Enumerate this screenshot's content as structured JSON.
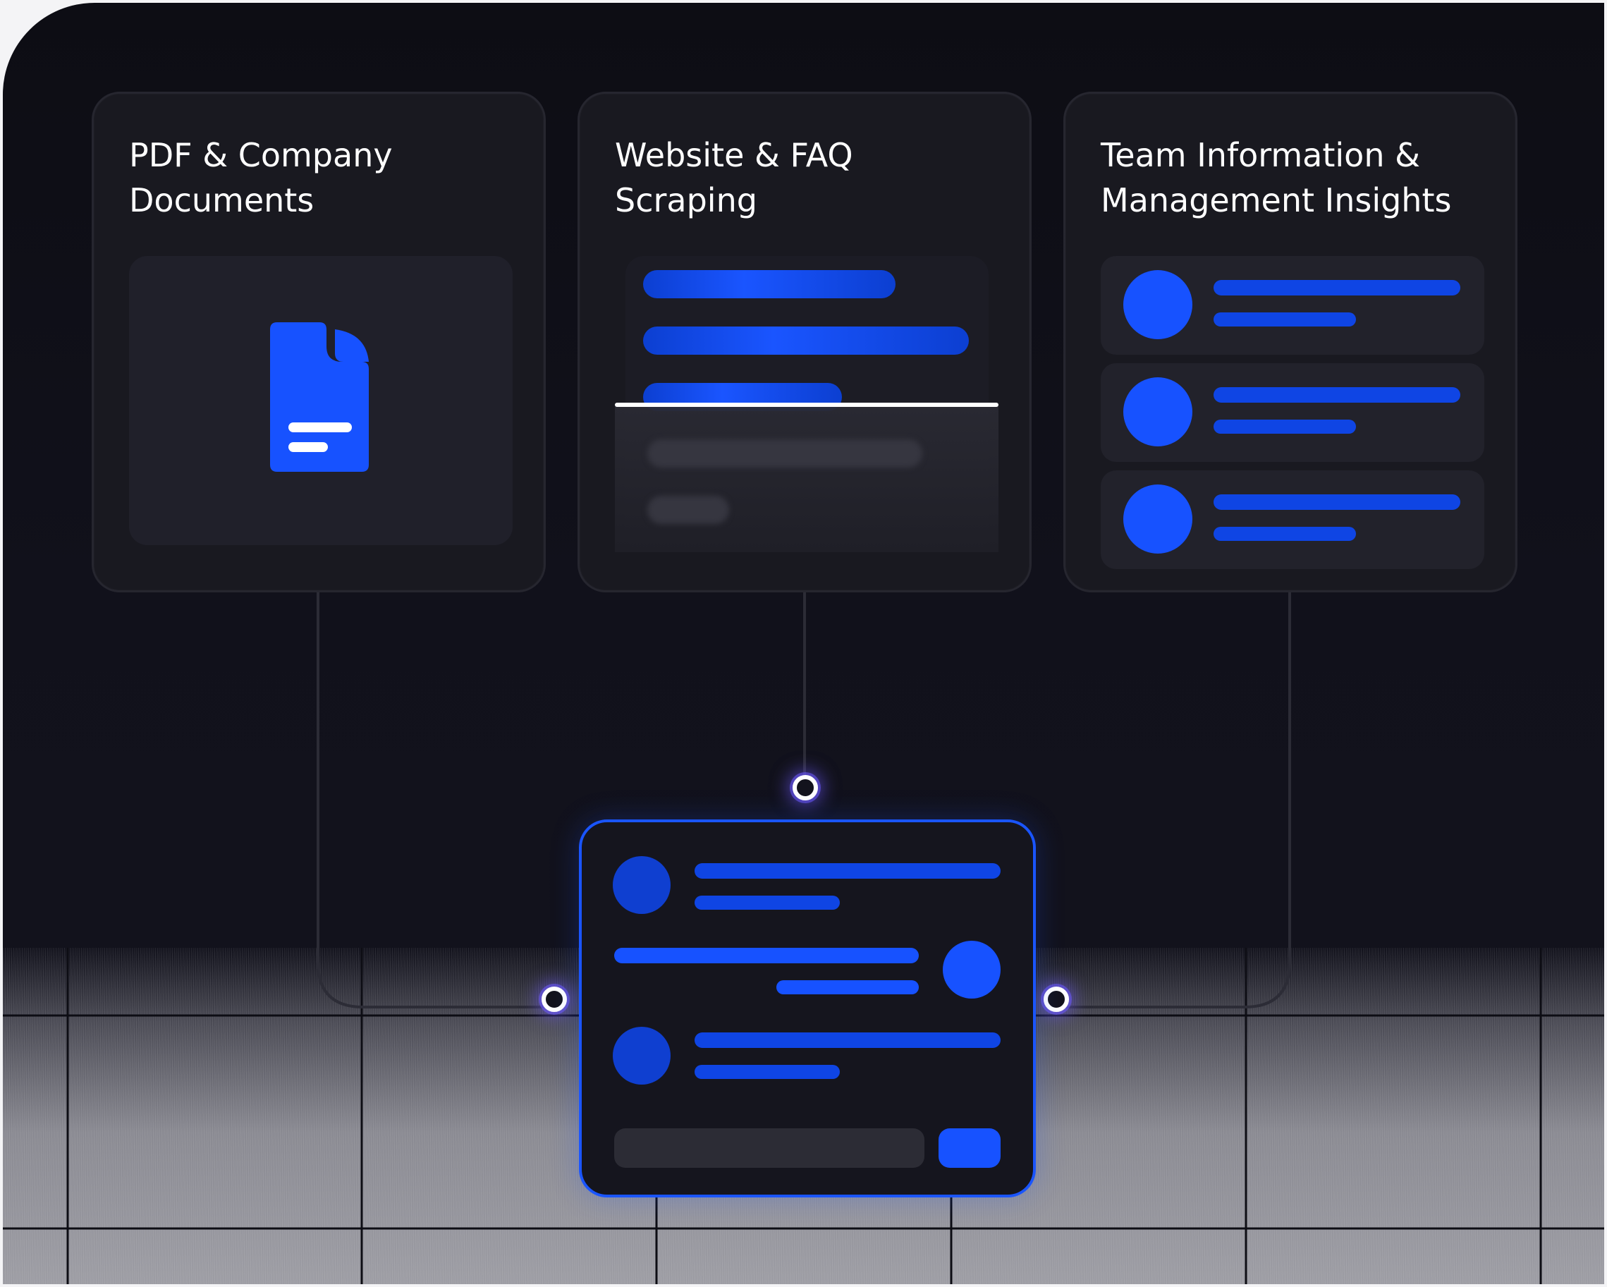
{
  "cards": [
    {
      "title": "PDF & Company Documents",
      "title_lines": [
        "PDF & Company",
        "Documents"
      ]
    },
    {
      "title": "Website & FAQ Scraping",
      "title_lines": [
        "Website & FAQ",
        "Scraping"
      ]
    },
    {
      "title": "Team Information & Management Insights",
      "title_lines": [
        "Team Information &",
        "Management Insights"
      ]
    }
  ],
  "colors": {
    "accent": "#1752ff",
    "background": "#11111b",
    "card": "#191920",
    "node_glow": "#6e5aff"
  },
  "icons": {
    "document": "document-icon"
  }
}
